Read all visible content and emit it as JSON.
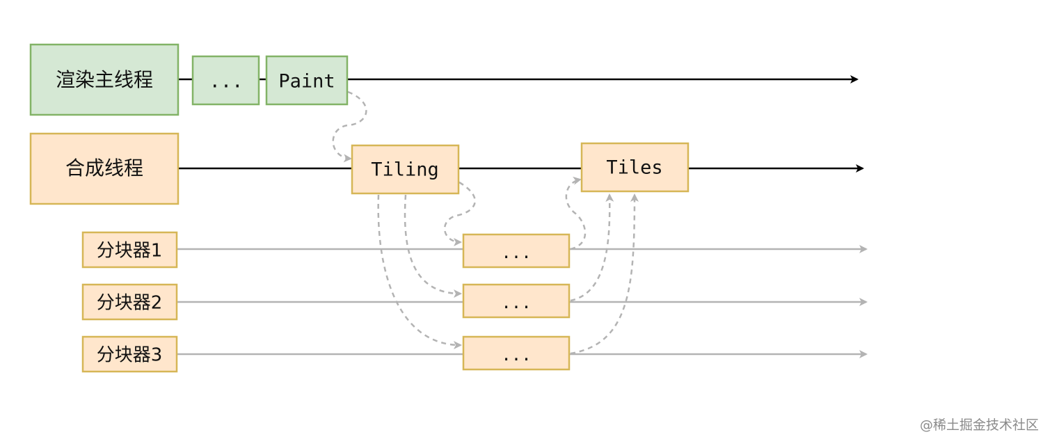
{
  "threads": {
    "main": {
      "label": "渲染主线程",
      "steps": [
        "...",
        "Paint"
      ]
    },
    "compositor": {
      "label": "合成线程",
      "steps": [
        "Tiling",
        "Tiles"
      ]
    },
    "rasters": [
      {
        "label": "分块器1",
        "task": "..."
      },
      {
        "label": "分块器2",
        "task": "..."
      },
      {
        "label": "分块器3",
        "task": "..."
      }
    ]
  },
  "colors": {
    "main_fill": "#d5e8d4",
    "main_stroke": "#82b366",
    "orange_fill": "#ffe6cc",
    "orange_stroke": "#d6b656",
    "timeline": "#000000",
    "raster_line": "#b3b3b3",
    "dashed": "#b3b3b3"
  },
  "watermark": "@稀土掘金技术社区"
}
